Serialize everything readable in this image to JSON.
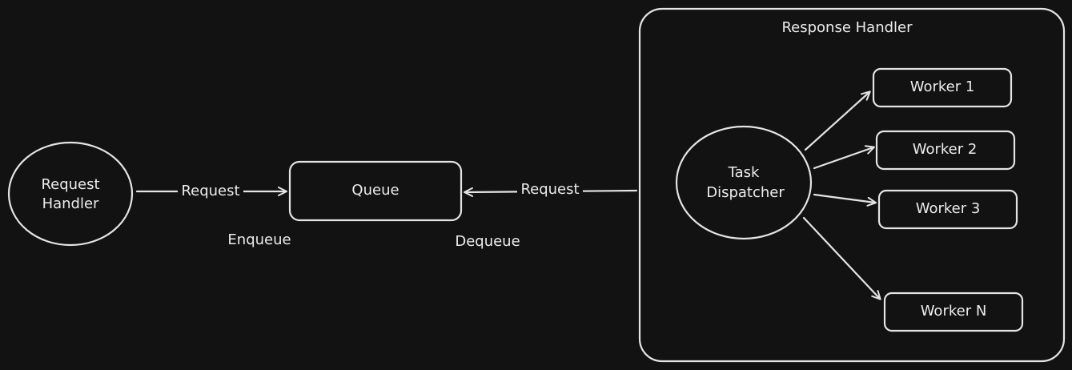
{
  "colors": {
    "background": "#121212",
    "stroke": "#e4e4e4",
    "text": "#ececec"
  },
  "nodes": {
    "request_handler": {
      "line1": "Request",
      "line2": "Handler"
    },
    "queue": {
      "label": "Queue"
    },
    "response_handler": {
      "label": "Response Handler"
    },
    "task_dispatcher": {
      "line1": "Task",
      "line2": "Dispatcher"
    },
    "worker_1": {
      "label": "Worker 1"
    },
    "worker_2": {
      "label": "Worker 2"
    },
    "worker_3": {
      "label": "Worker 3"
    },
    "worker_n": {
      "label": "Worker N"
    }
  },
  "edges": {
    "request_in": {
      "label": "Request"
    },
    "request_out": {
      "label": "Request"
    }
  },
  "annotations": {
    "enqueue": "Enqueue",
    "dequeue": "Dequeue"
  }
}
